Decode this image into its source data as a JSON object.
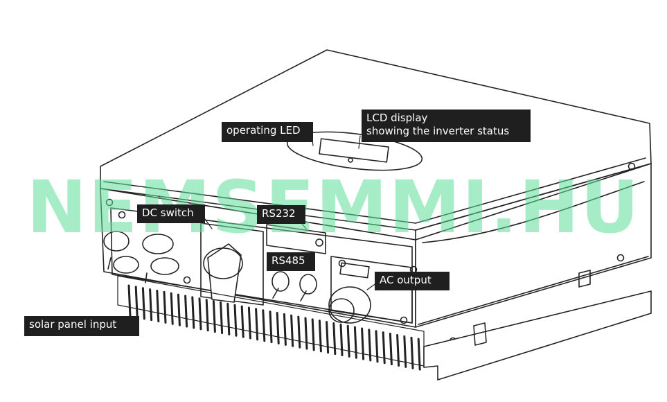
{
  "labels": {
    "operating_led": "operating LED",
    "lcd_display": {
      "line1": "LCD display",
      "line2": "showing the inverter status"
    },
    "dc_switch": "DC switch",
    "rs232": "RS232",
    "rs485": "RS485",
    "ac_output": "AC output",
    "solar_panel_input": "solar panel input"
  },
  "watermark": "NEMSEMMI.HU",
  "colors": {
    "label_background": "#1f1f1f",
    "label_text": "#ffffff",
    "line_art": "#222222",
    "watermark": "#5fe09b"
  }
}
